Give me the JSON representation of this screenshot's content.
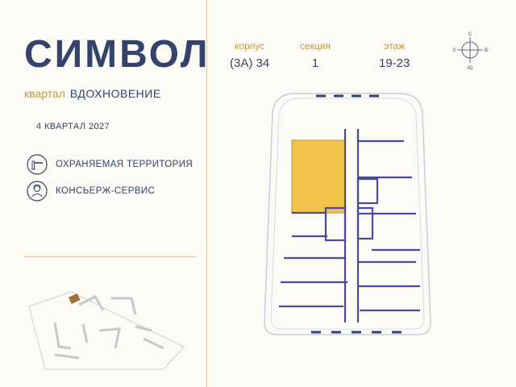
{
  "brand": {
    "title": "СИМВОЛ"
  },
  "district": {
    "label": "квартал",
    "name": "ВДОХНОВЕНИЕ"
  },
  "completion": "4 КВАРТАЛ 2027",
  "features": [
    {
      "icon": "barrier-icon",
      "text": "ОХРАНЯЕМАЯ ТЕРРИТОРИЯ"
    },
    {
      "icon": "concierge-icon",
      "text": "КОНСЬЕРЖ-СЕРВИС"
    }
  ],
  "building": {
    "korpus_label": "корпус",
    "korpus_value": "(3А) 34",
    "section_label": "секция",
    "section_value": "1",
    "floor_label": "этаж",
    "floor_value": "19-23"
  },
  "compass": {
    "n": "С",
    "s": "Ю",
    "w": "З",
    "e": "В"
  },
  "colors": {
    "primary": "#34426c",
    "accent": "#c49a3c",
    "highlight": "#f2c44e",
    "wall": "#4a4aa0"
  }
}
